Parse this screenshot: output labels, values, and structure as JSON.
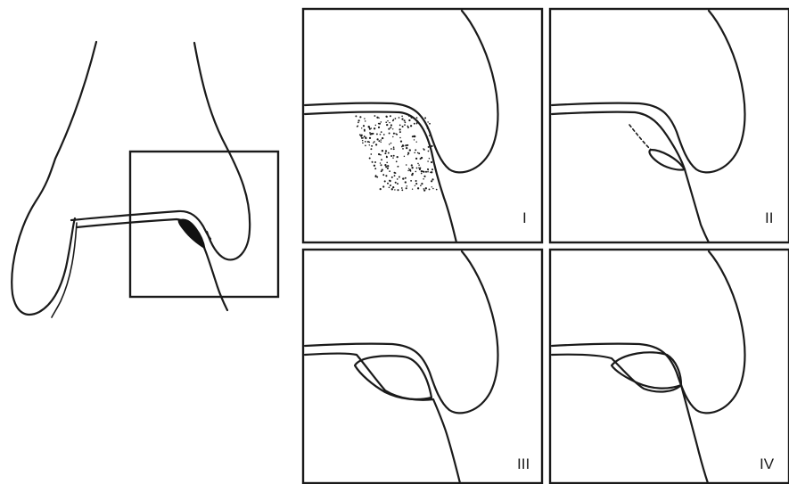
{
  "panels": [
    {
      "id": "panel-i",
      "label": "I"
    },
    {
      "id": "panel-ii",
      "label": "II"
    },
    {
      "id": "panel-iii",
      "label": "III"
    },
    {
      "id": "panel-iv",
      "label": "IV"
    }
  ]
}
